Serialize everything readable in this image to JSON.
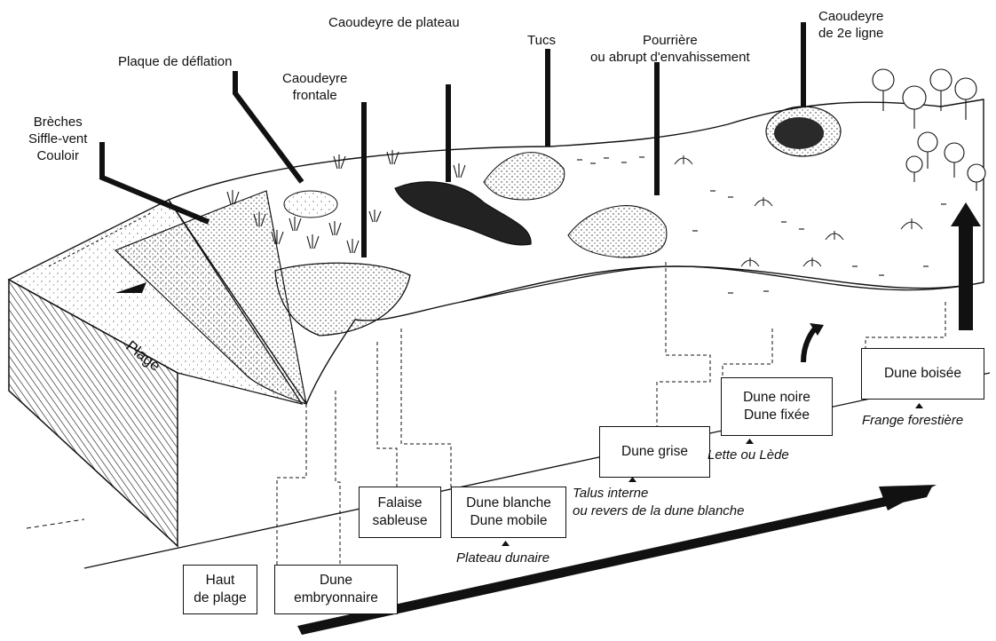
{
  "top_labels": {
    "breches": [
      "Brèches",
      "Siffle-vent",
      "Couloir"
    ],
    "plaque_deflation": "Plaque de déflation",
    "caoudeyre_frontale": [
      "Caoudeyre",
      "frontale"
    ],
    "caoudeyre_plateau": "Caoudeyre de plateau",
    "tucs": "Tucs",
    "pourriere": [
      "Pourrière",
      "ou abrupt d'envahissement"
    ],
    "caoudeyre_2e": [
      "Caoudeyre",
      "de 2e ligne"
    ]
  },
  "plage_label": "Plage",
  "zones": {
    "haut_plage": [
      "Haut",
      "de plage"
    ],
    "dune_embryonnaire": [
      "Dune",
      "embryonnaire"
    ],
    "falaise_sableuse": [
      "Falaise",
      "sableuse"
    ],
    "dune_blanche": [
      "Dune blanche",
      "Dune mobile"
    ],
    "dune_grise": "Dune grise",
    "dune_noire": [
      "Dune noire",
      "Dune fixée"
    ],
    "dune_boisee": "Dune boisée"
  },
  "sub_labels": {
    "plateau_dunaire": "Plateau dunaire",
    "talus_interne": [
      "Talus interne",
      "ou revers de la dune blanche"
    ],
    "lette": "Lette ou Lède",
    "frange": "Frange forestière"
  }
}
